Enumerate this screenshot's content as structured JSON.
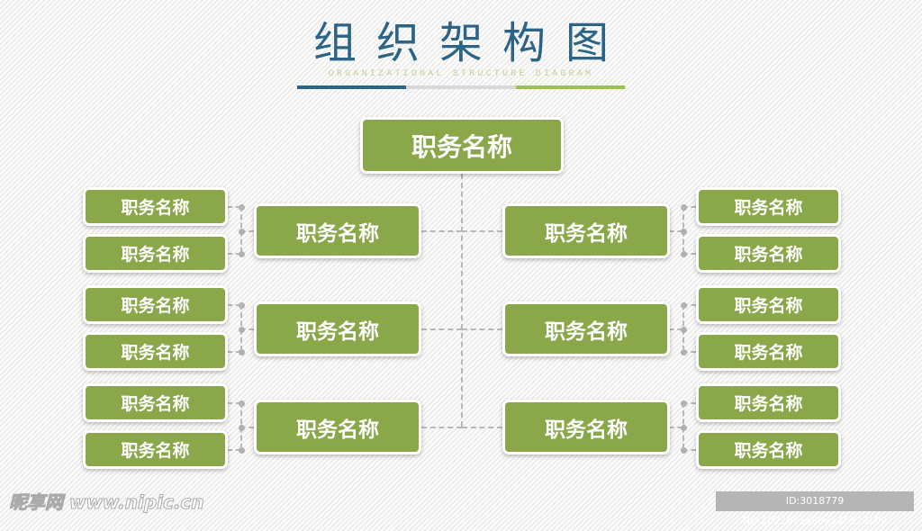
{
  "title": "组织架构图",
  "subtitle": "ORGANIZATIONAL STRUCTURE DIAGRAM",
  "colors": {
    "node": "#8aa84a",
    "title": "#2b6486",
    "bar_blue": "#2b6486",
    "bar_gray": "#d8d8d8",
    "bar_green": "#9bc24a"
  },
  "root": "职务名称",
  "left": [
    {
      "label": "职务名称",
      "children": [
        "职务名称",
        "职务名称"
      ]
    },
    {
      "label": "职务名称",
      "children": [
        "职务名称",
        "职务名称"
      ]
    },
    {
      "label": "职务名称",
      "children": [
        "职务名称",
        "职务名称"
      ]
    }
  ],
  "right": [
    {
      "label": "职务名称",
      "children": [
        "职务名称",
        "职务名称"
      ]
    },
    {
      "label": "职务名称",
      "children": [
        "职务名称",
        "职务名称"
      ]
    },
    {
      "label": "职务名称",
      "children": [
        "职务名称",
        "职务名称"
      ]
    }
  ],
  "watermark": "昵享网 www.nipic.cn",
  "image_id": "ID:3018779 NO:20220716094536329109"
}
